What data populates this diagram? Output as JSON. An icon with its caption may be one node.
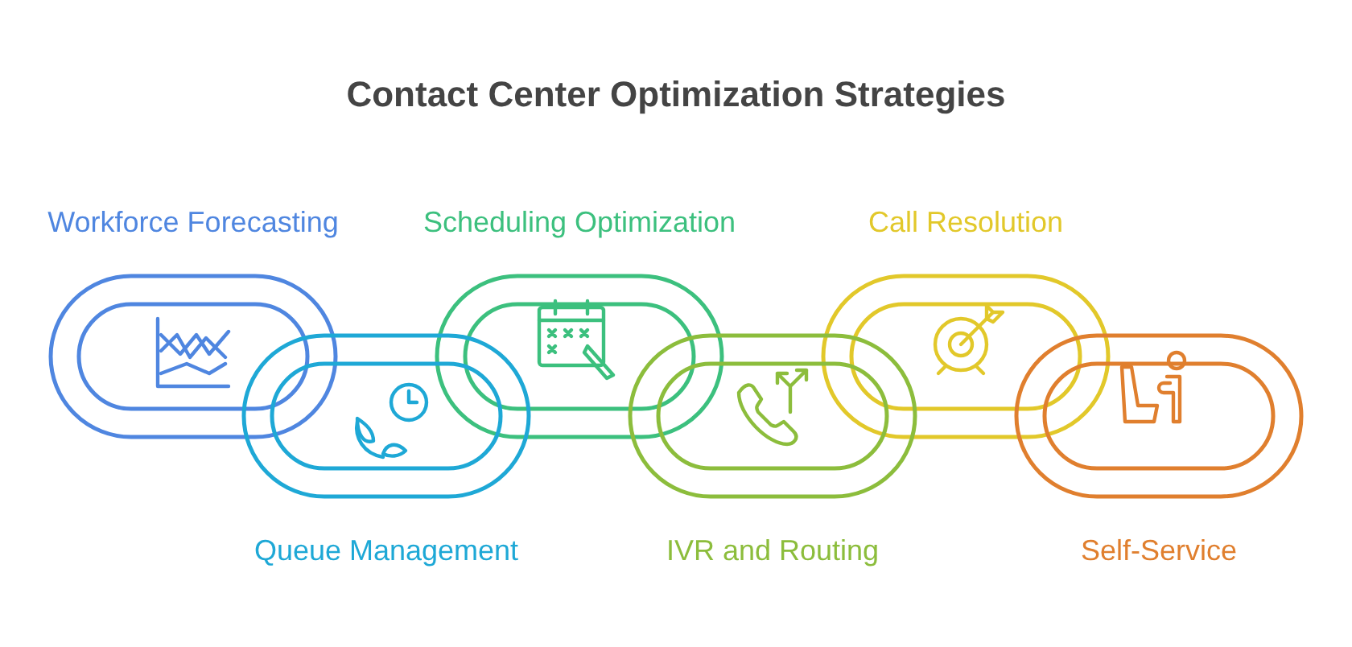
{
  "diagram": {
    "title": "Contact Center Optimization Strategies",
    "nodes": [
      {
        "text": [
          "Workforce Forecasting"
        ]
      },
      {
        "text": [
          "Queue Management"
        ]
      },
      {
        "text": [
          "Scheduling Optimization"
        ]
      },
      {
        "text": [
          "IVR and Routing"
        ]
      },
      {
        "text": [
          "Call Resolution"
        ]
      },
      {
        "text": [
          "Self-Service"
        ]
      }
    ],
    "edges": []
  }
}
